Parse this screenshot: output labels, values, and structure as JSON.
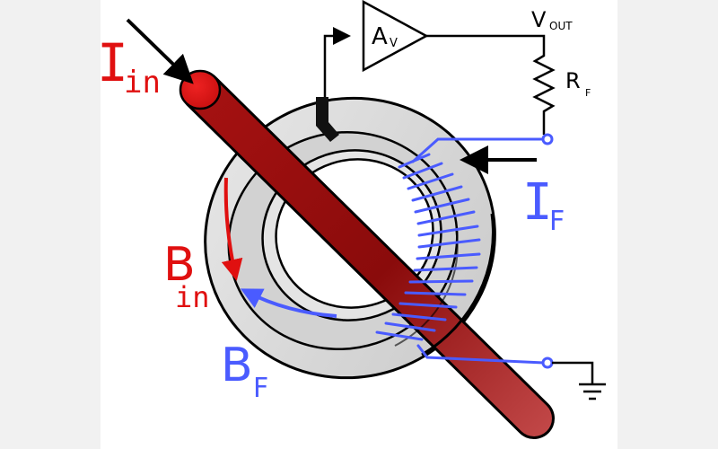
{
  "labels": {
    "i_in_main": "I",
    "i_in_sub": "in",
    "b_in_main": "B",
    "b_in_sub": "in",
    "b_f_main": "B",
    "b_f_sub": "F",
    "i_f_main": "I",
    "i_f_sub": "F",
    "av_main": "A",
    "av_sub": "V",
    "vout_main": "V",
    "vout_sub": "OUT",
    "rf_main": "R",
    "rf_sub": "F"
  },
  "colors": {
    "background": "#ffffff",
    "page_margin": "#f1f1f1",
    "conductor": "#b01616",
    "input_red": "#e01010",
    "feedback_blue": "#4a5bff",
    "core_gray": "#d6d6d6",
    "circuit": "#000000"
  }
}
